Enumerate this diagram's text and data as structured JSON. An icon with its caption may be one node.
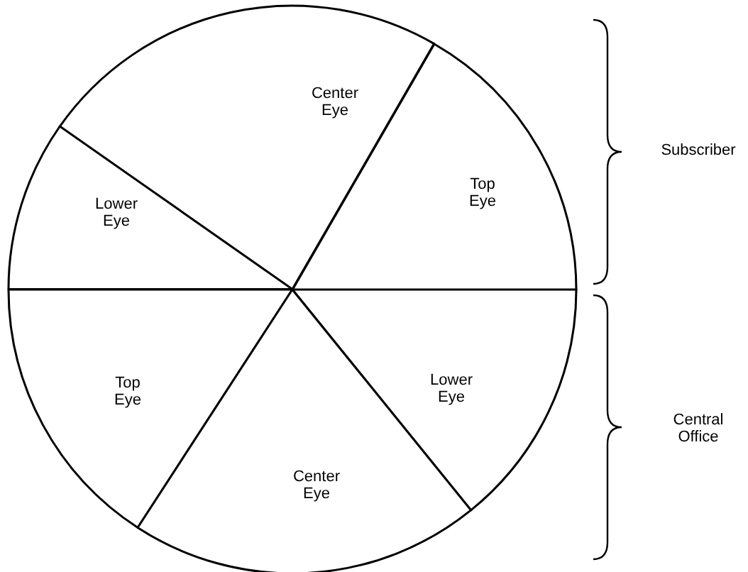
{
  "diagram": {
    "nodes": [
      {
        "text": [
          "Center Eye"
        ]
      },
      {
        "text": [
          "Lower Eye"
        ]
      },
      {
        "text": [
          "Top Eye"
        ]
      },
      {
        "text": [
          "Top Eye"
        ]
      },
      {
        "text": [
          "Lower Eye"
        ]
      },
      {
        "text": [
          "Center Eye"
        ]
      }
    ],
    "labels": [
      "Subscriber",
      "Central Office"
    ]
  }
}
